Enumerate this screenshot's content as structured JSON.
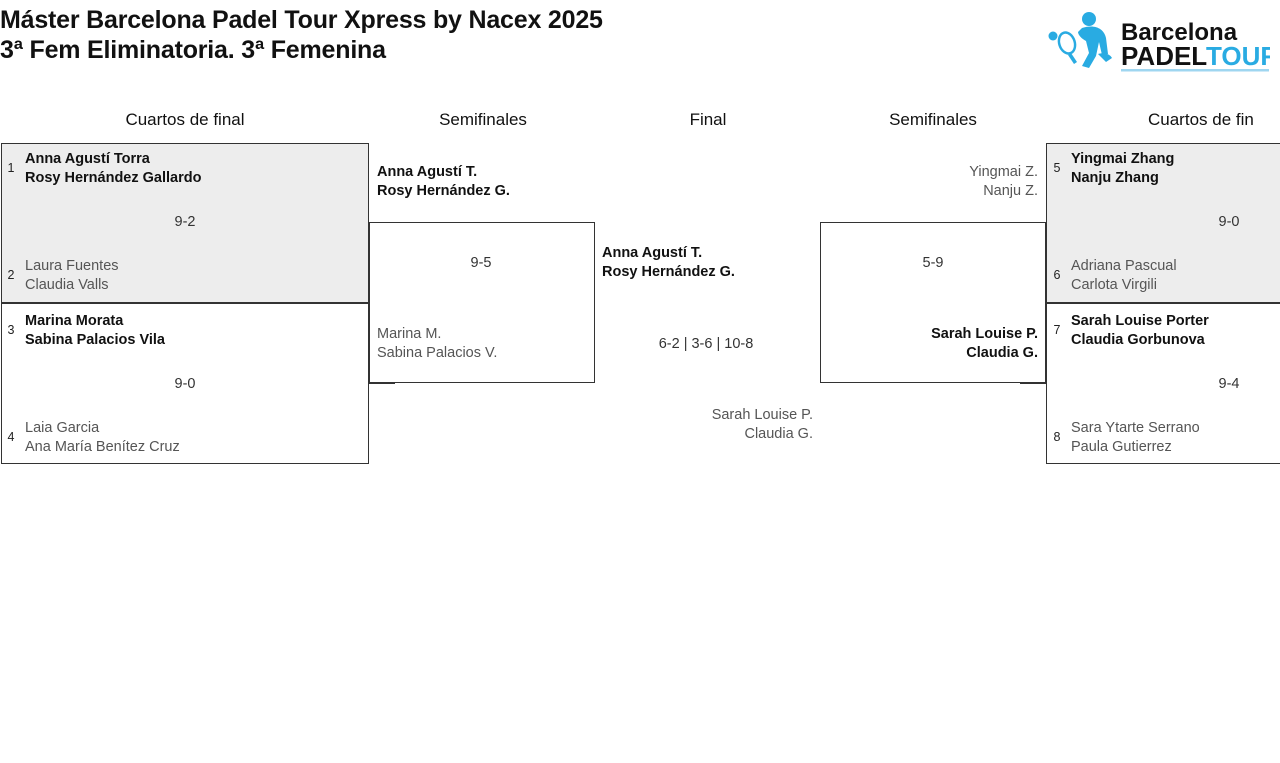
{
  "header": {
    "title_line1": "Máster Barcelona Padel Tour Xpress by Nacex 2025",
    "title_line2": "3ª Fem Eliminatoria. 3ª Femenina",
    "logo": {
      "word_top": "Barcelona",
      "word_bottom_dark": "PADEL",
      "word_bottom_blue": "TOUR",
      "accent_color": "#29ABE2",
      "dark_color": "#111111"
    }
  },
  "columns": {
    "qf_left": "Cuartos de final",
    "sf_left": "Semifinales",
    "final": "Final",
    "sf_right": "Semifinales",
    "qf_right": "Cuartos de fin"
  },
  "quarterfinals_left": [
    {
      "seed_top": "1",
      "team_top_l1": "Anna Agustí Torra",
      "team_top_l2": "Rosy Hernández Gallardo",
      "seed_bottom": "2",
      "team_bottom_l1": "Laura Fuentes",
      "team_bottom_l2": "Claudia Valls",
      "score": "9-2",
      "winner": "top",
      "shaded": true
    },
    {
      "seed_top": "3",
      "team_top_l1": "Marina Morata",
      "team_top_l2": "Sabina Palacios Vila",
      "seed_bottom": "4",
      "team_bottom_l1": "Laia Garcia",
      "team_bottom_l2": "Ana María Benítez Cruz",
      "score": "9-0",
      "winner": "top",
      "shaded": false
    }
  ],
  "quarterfinals_right": [
    {
      "seed_top": "5",
      "team_top_l1": "Yingmai Zhang",
      "team_top_l2": "Nanju Zhang",
      "seed_bottom": "6",
      "team_bottom_l1": "Adriana Pascual",
      "team_bottom_l2": "Carlota Virgili",
      "score": "9-0",
      "winner": "top",
      "shaded": true
    },
    {
      "seed_top": "7",
      "team_top_l1": "Sarah Louise Porter",
      "team_top_l2": "Claudia Gorbunova",
      "seed_bottom": "8",
      "team_bottom_l1": "Sara Ytarte Serrano",
      "team_bottom_l2": "Paula Gutierrez",
      "score": "9-4",
      "winner": "top",
      "shaded": false
    }
  ],
  "semifinal_left": {
    "team_top_l1": "Anna Agustí T.",
    "team_top_l2": "Rosy Hernández G.",
    "team_bottom_l1": "Marina M.",
    "team_bottom_l2": "Sabina Palacios V.",
    "score": "9-5",
    "winner": "top"
  },
  "semifinal_right": {
    "team_top_l1": "Yingmai Z.",
    "team_top_l2": "Nanju Z.",
    "team_bottom_l1": "Sarah Louise P.",
    "team_bottom_l2": "Claudia G.",
    "score": "5-9",
    "winner": "bottom"
  },
  "final": {
    "team_top_l1": "Anna Agustí T.",
    "team_top_l2": "Rosy Hernández G.",
    "team_bottom_l1": "Sarah Louise P.",
    "team_bottom_l2": "Claudia G.",
    "score": "6-2 | 3-6 | 10-8",
    "winner": "top"
  }
}
